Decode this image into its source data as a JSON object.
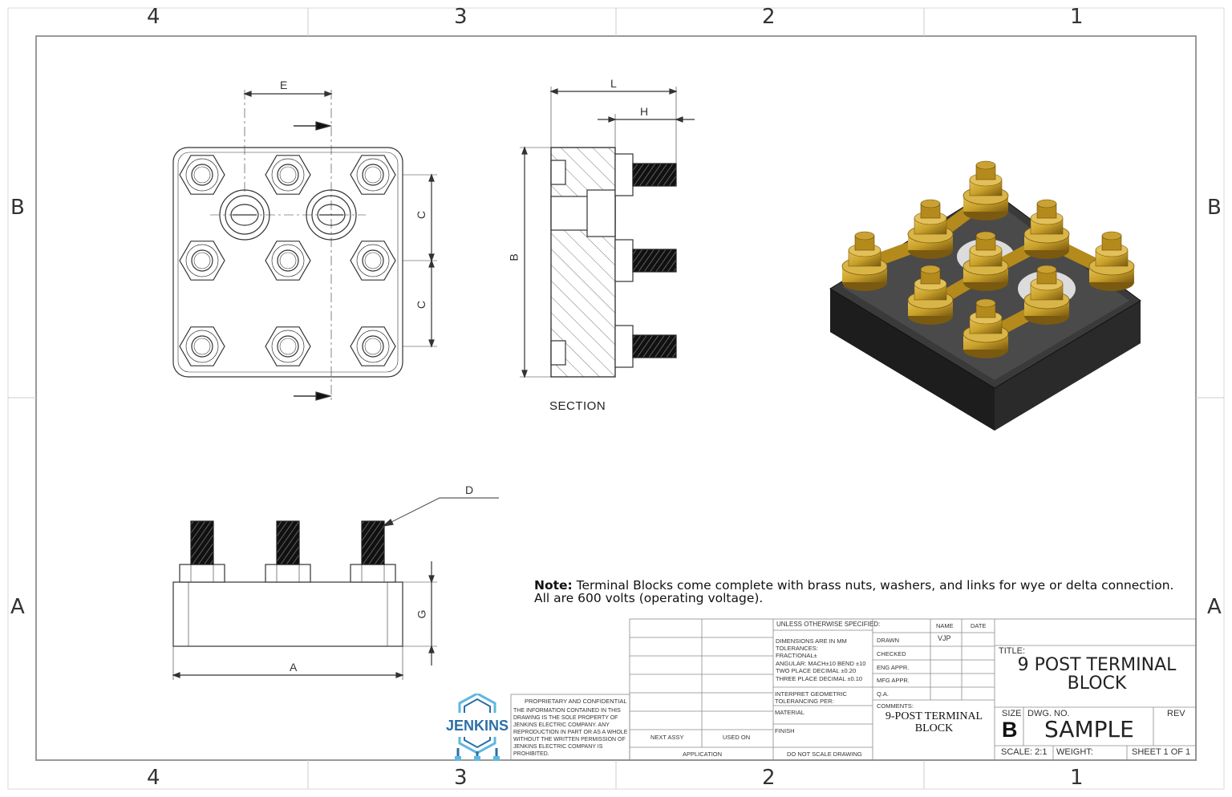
{
  "zones": {
    "columns": [
      "4",
      "3",
      "2",
      "1"
    ],
    "rows": [
      "B",
      "A"
    ]
  },
  "dimensions": {
    "E": "E",
    "C1": "C",
    "C2": "C",
    "L": "L",
    "H": "H",
    "B": "B",
    "D": "D",
    "G": "G",
    "A": "A"
  },
  "section_label": "SECTION",
  "note": {
    "prefix": "Note:",
    "line1": " Terminal Blocks come complete with brass nuts, washers, and links for wye or delta connection.",
    "line2": "All are 600 volts (operating voltage)."
  },
  "proprietary": {
    "title": "PROPRIETARY AND CONFIDENTIAL",
    "body": "THE INFORMATION CONTAINED IN THIS DRAWING IS THE SOLE PROPERTY OF JENKINS ELECTRIC COMPANY. ANY REPRODUCTION IN PART OR AS A WHOLE WITHOUT THE WRITTEN PERMISSION OF JENKINS ELECTRIC COMPANY IS PROHIBITED."
  },
  "logo": {
    "text": "JENKINS",
    "color": "#2b6fa8",
    "accent": "#5fb8e0"
  },
  "titleblock": {
    "next_assy": "NEXT ASSY",
    "used_on": "USED ON",
    "application": "APPLICATION",
    "do_not_scale": "DO NOT SCALE DRAWING",
    "unless": "UNLESS OTHERWISE SPECIFIED:",
    "dims_mm": "DIMENSIONS ARE IN MM",
    "tolerances": "TOLERANCES:",
    "fractional": "FRACTIONAL±",
    "angular": "ANGULAR: MACH±10 BEND ±10",
    "two_place": "TWO PLACE DECIMAL   ±0.20",
    "three_place": "THREE PLACE DECIMAL  ±0.10",
    "interpret": "INTERPRET GEOMETRIC",
    "tolerancing": "TOLERANCING PER:",
    "material": "MATERIAL",
    "finish": "FINISH",
    "name_hdr": "NAME",
    "date_hdr": "DATE",
    "drawn": "DRAWN",
    "drawn_name": "VJP",
    "checked": "CHECKED",
    "eng_appr": "ENG APPR.",
    "mfg_appr": "MFG APPR.",
    "qa": "Q.A.",
    "comments": "COMMENTS:",
    "comments_value": "9-POST TERMINAL BLOCK",
    "title_label": "TITLE:",
    "title_value": "9 POST TERMINAL BLOCK",
    "size_label": "SIZE",
    "size_value": "B",
    "dwg_label": "DWG.  NO.",
    "dwg_value": "SAMPLE",
    "rev_label": "REV",
    "scale": "SCALE: 2:1",
    "weight": "WEIGHT:",
    "sheet": "SHEET 1 OF 1"
  },
  "colors": {
    "brass": "#c9a12a",
    "brass_dark": "#8a6a12",
    "block": "#1a1a1a",
    "line": "#333333",
    "frame": "#9a9a9a"
  }
}
